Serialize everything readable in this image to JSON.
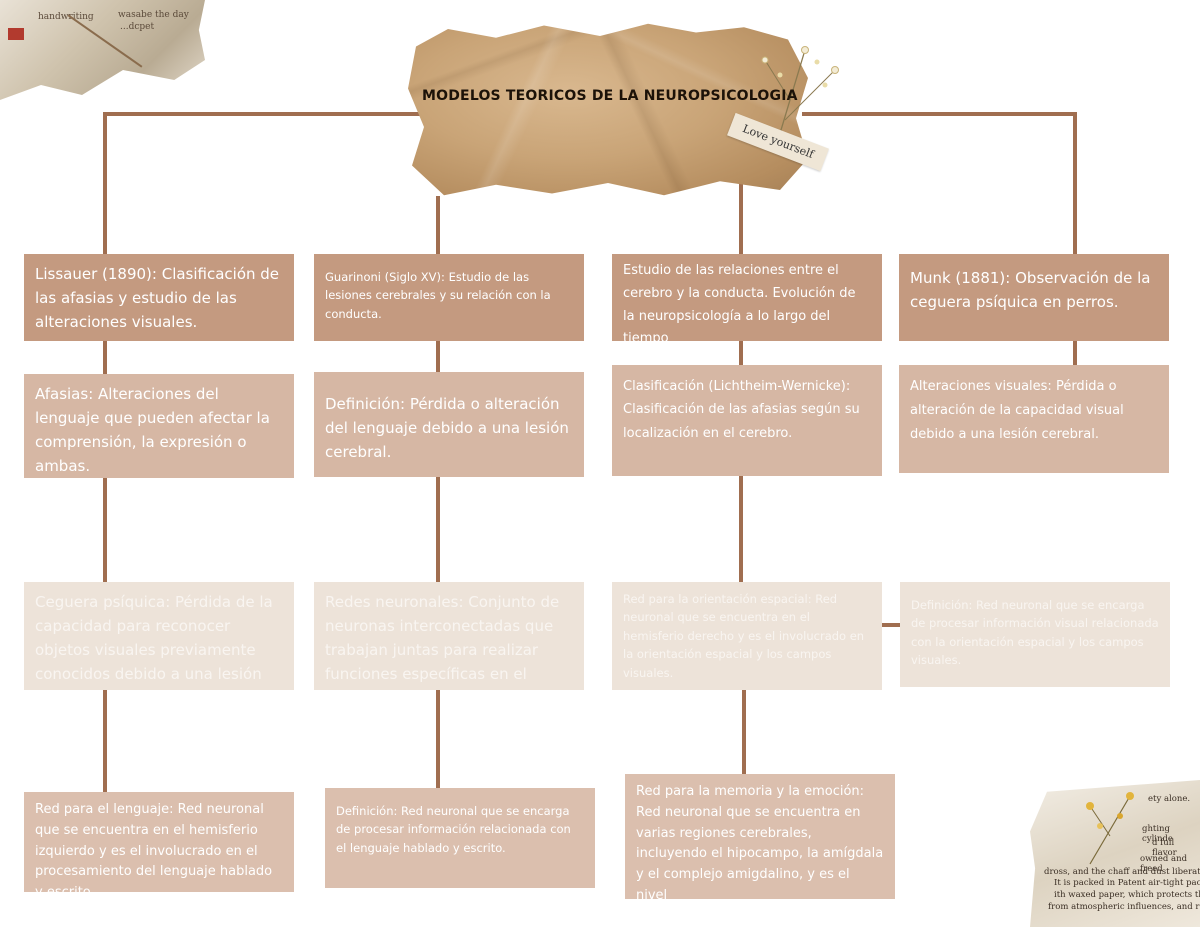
{
  "title": "MODELOS TEORICOS DE LA NEUROPSICOLOGIA",
  "tag": "Love yourself",
  "decor_text_tl": [
    "handwriting",
    "wasabe the day",
    "...dcpet"
  ],
  "decor_text_br": [
    "ety alone.",
    "ghting cylinde",
    "d full flavor",
    "owned and freed",
    "dross, and the chaff and dust liberated by roast",
    "It is packed in Patent air-tight package",
    "ith waxed paper, which protects the",
    "from atmospheric influences, and retains it"
  ],
  "colors": {
    "line": "#a06e50",
    "level1": "#c49a80",
    "level2": "#d6b7a4",
    "level3": "#ede3d9",
    "level4": "#dbbfae"
  },
  "columns": [
    {
      "box1": "Lissauer (1890): Clasificación de las afasias y estudio de las alteraciones visuales.",
      "box2": "Afasias: Alteraciones del lenguaje que pueden afectar la comprensión, la expresión o ambas.",
      "box3": "Ceguera psíquica: Pérdida de la capacidad para reconocer objetos visuales previamente conocidos debido a una lesión cerebral.",
      "box4": "Red para el lenguaje: Red neuronal que se encuentra en el hemisferio izquierdo y es el involucrado en el procesamiento del lenguaje hablado y escrito."
    },
    {
      "box1": "Guarinoni (Siglo XV): Estudio de las lesiones cerebrales y su relación con la conducta.",
      "box2": "Definición: Pérdida o alteración del lenguaje debido a una lesión cerebral.",
      "box3": "Redes neuronales: Conjunto de neuronas interconectadas que trabajan juntas para realizar funciones específicas en el cerebro.",
      "box4": "Definición: Red neuronal que se encarga de procesar información relacionada con el lenguaje hablado y escrito."
    },
    {
      "box1": "Estudio de las relaciones entre el cerebro y la conducta. Evolución de la neuropsicología a lo largo del tiempo",
      "box2": "Clasificación (Lichtheim-Wernicke): Clasificación de las afasias según su localización en el cerebro.",
      "box3": "Red para la orientación espacial: Red neuronal que se encuentra en el hemisferio derecho y es el involucrado en la orientación espacial y los campos visuales.",
      "box4": "Red para la memoria y la emoción: Red neuronal que se encuentra en varias regiones cerebrales, incluyendo el hipocampo, la amígdala y el complejo amigdalino, y es el nivel"
    },
    {
      "box1": "Munk (1881): Observación de la ceguera psíquica en perros.",
      "box2": "Alteraciones visuales: Pérdida o alteración de la capacidad visual debido a una lesión cerebral.",
      "box3": "Definición: Red neuronal que se encarga de procesar información visual relacionada con la orientación espacial y los campos visuales."
    }
  ]
}
